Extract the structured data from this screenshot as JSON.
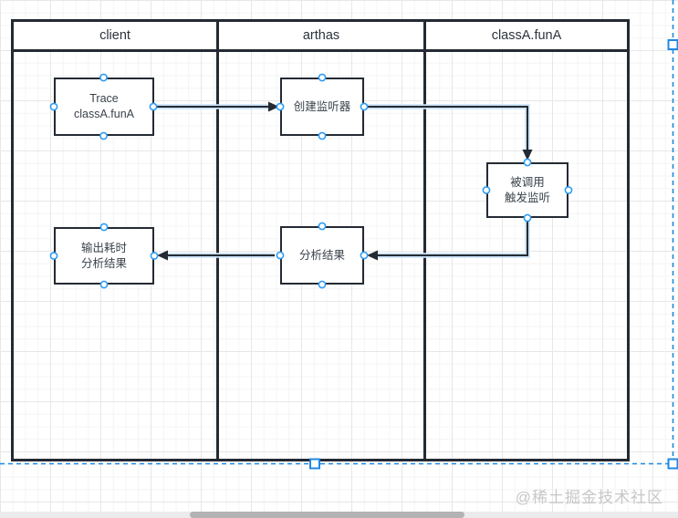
{
  "app": {
    "kind": "diagram-editor-canvas"
  },
  "lanes": [
    {
      "label": "client"
    },
    {
      "label": "arthas"
    },
    {
      "label": "classA.funA"
    }
  ],
  "nodes": [
    {
      "id": "trace",
      "label": "Trace\nclassA.funA"
    },
    {
      "id": "create-listener",
      "label": "创建监听器"
    },
    {
      "id": "invoked",
      "label": "被调用\n触发监听"
    },
    {
      "id": "analyze",
      "label": "分析结果"
    },
    {
      "id": "output",
      "label": "输出耗时\n分析结果"
    }
  ],
  "edges": [
    {
      "from": "trace",
      "to": "create-listener"
    },
    {
      "from": "create-listener",
      "to": "invoked"
    },
    {
      "from": "invoked",
      "to": "analyze"
    },
    {
      "from": "analyze",
      "to": "output"
    }
  ],
  "watermark": "@稀土掘金技术社区",
  "colors": {
    "shape_stroke": "#242a33",
    "edge_halo": "#c9e0f6",
    "selection_blue": "#1e88e5",
    "connection_point_blue": "#2e9bf2",
    "watermark_gray": "#c7c7c7",
    "scrollbar_thumb": "#b3b3b3"
  }
}
